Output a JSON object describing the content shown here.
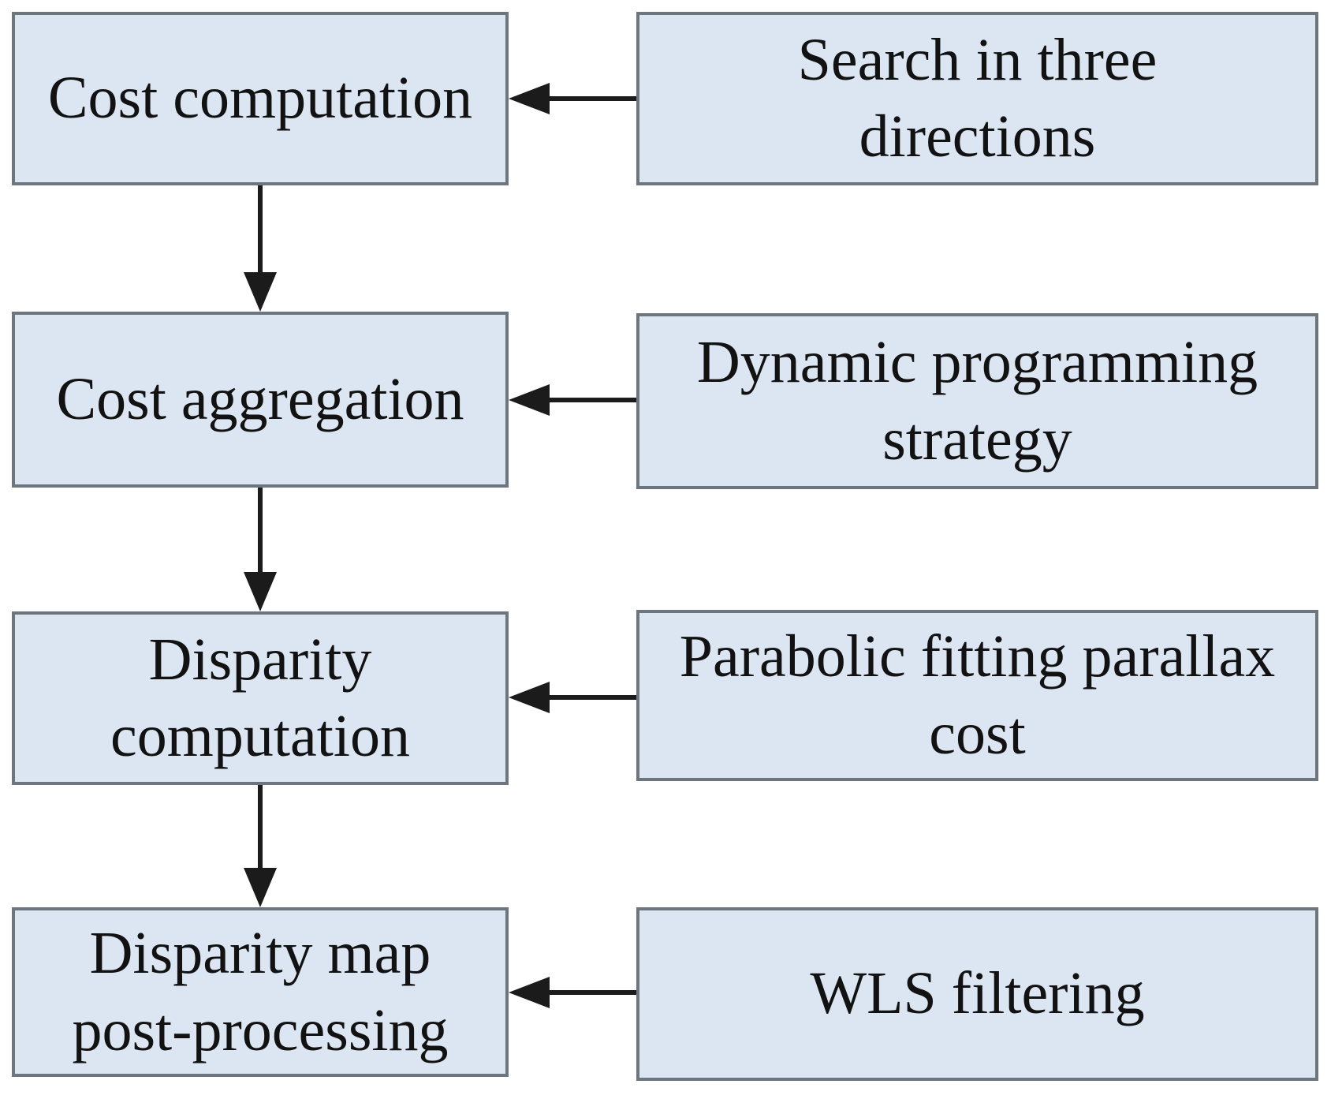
{
  "colors": {
    "background": "#ffffff",
    "box_fill": "#dce6f2",
    "box_border": "#6d757e",
    "arrow_color": "#1b1b1b",
    "text_color": "#121212"
  },
  "flow": {
    "rows": [
      {
        "step": {
          "label": "Cost computation",
          "lines": [
            "Cost computation"
          ]
        },
        "method": {
          "label": "Search in three directions",
          "lines": [
            "Search in three",
            "directions"
          ]
        }
      },
      {
        "step": {
          "label": "Cost aggregation",
          "lines": [
            "Cost aggregation"
          ]
        },
        "method": {
          "label": "Dynamic programming strategy",
          "lines": [
            "Dynamic programming",
            "strategy"
          ]
        }
      },
      {
        "step": {
          "label": "Disparity computation",
          "lines": [
            "Disparity",
            "computation"
          ]
        },
        "method": {
          "label": "Parabolic fitting parallax cost",
          "lines": [
            "Parabolic fitting parallax",
            "cost"
          ]
        }
      },
      {
        "step": {
          "label": "Disparity map post-processing",
          "lines": [
            "Disparity map",
            "post-processing"
          ]
        },
        "method": {
          "label": "WLS filtering",
          "lines": [
            "WLS filtering"
          ]
        }
      }
    ]
  }
}
